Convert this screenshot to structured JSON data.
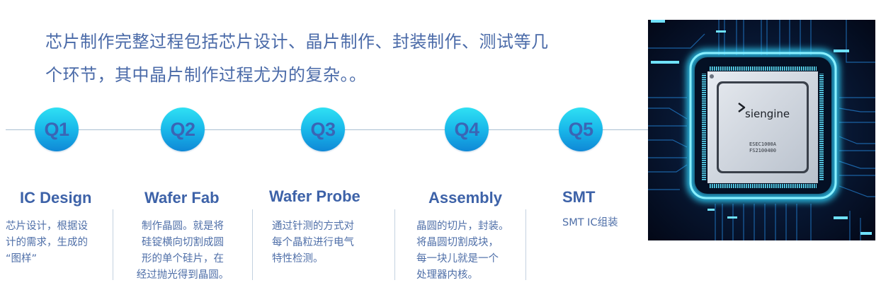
{
  "intro": {
    "line1": "芯片制作完整过程包括芯片设计、晶片制作、封装制作、测试等几",
    "line2": "个环节，其中晶片制作过程尤为的复杂。。"
  },
  "colors": {
    "text_primary": "#4a6aa8",
    "heading": "#3d62a8",
    "circle_top": "#2fe0f3",
    "circle_bottom": "#0f88d6",
    "timeline_line": "#a9bfd1",
    "glow": "#2fd6ff",
    "image_bg": "#050d1f"
  },
  "steps": [
    {
      "badge": "Q1",
      "title": "IC Design",
      "description": "芯片设计，根据设\n计的需求，生成的\n  “图样”"
    },
    {
      "badge": "Q2",
      "title": "Wafer Fab",
      "description": "制作晶圆。就是将\n硅锭横向切割成圆\n形的单个硅片，在\n经过抛光得到晶圆。"
    },
    {
      "badge": "Q3",
      "title": "Wafer Probe",
      "description": "通过针测的方式对\n每个晶粒进行电气\n特性检测。"
    },
    {
      "badge": "Q4",
      "title": "Assembly",
      "description": "晶圆的切片，封装。\n将晶圆切割成块，\n每一块儿就是一个\n处理器内核。"
    },
    {
      "badge": "Q5",
      "title": "SMT",
      "description": "SMT  IC组装"
    }
  ],
  "chip_image": {
    "brand": "siengine",
    "model_line1": "ESEC1000A",
    "model_line2": "FS2100400"
  }
}
